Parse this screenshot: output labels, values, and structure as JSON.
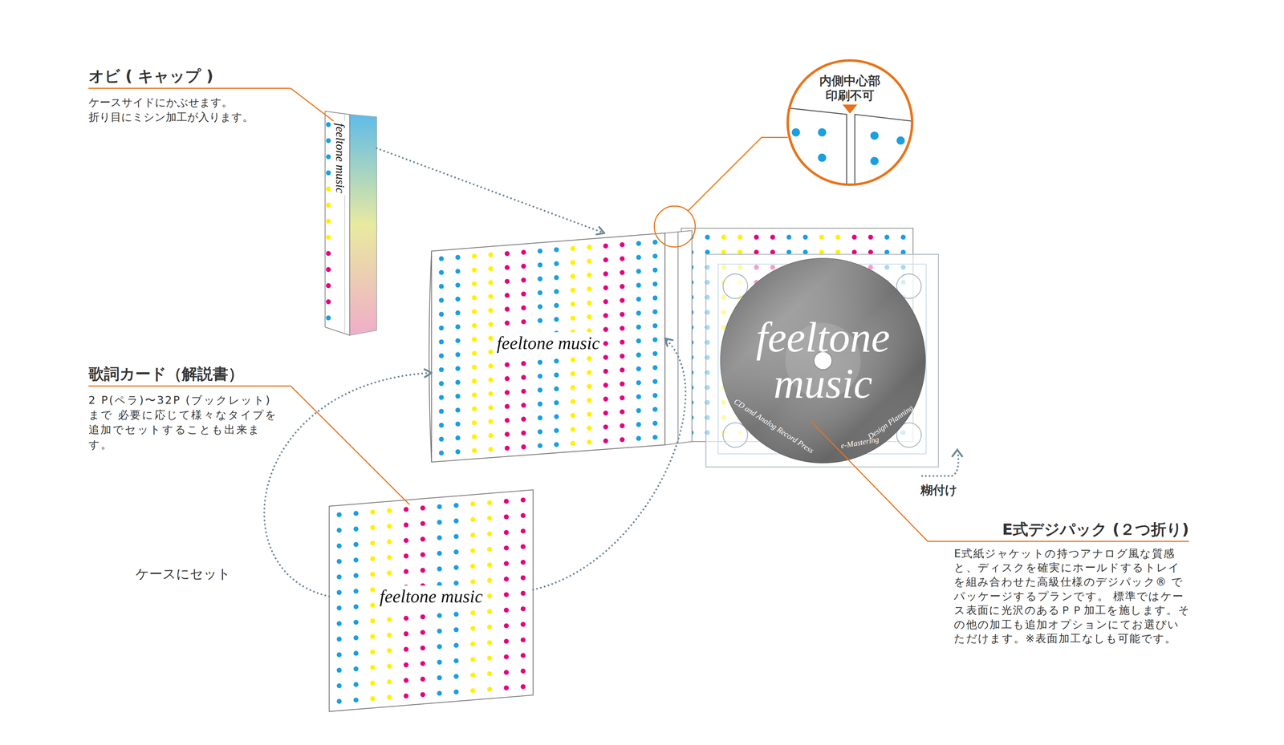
{
  "diagram": {
    "nodes": [
      {
        "text": [
          "feeltone music"
        ]
      },
      {
        "text": [
          "内側中心部 印刷不可"
        ]
      },
      {
        "text": [
          "feeltone music"
        ]
      },
      {
        "text": [
          "feeltone music",
          "CD and Analog Record Press",
          "e-Mastering",
          "Design Planning"
        ]
      },
      {
        "text": [
          "feeltone music"
        ]
      }
    ],
    "edges": [
      {
        "from": 0,
        "to": 2,
        "arrow": "to"
      },
      {
        "from": 4,
        "to": 2,
        "arrow": "to"
      },
      {
        "from": 4,
        "to": 2,
        "arrow": "to"
      }
    ],
    "labels": [
      "オビ ( キャップ )",
      "ケースサイドにかぶせます。 折り目にミシン加工が入ります。",
      "歌詞カード（解説書）",
      "2 P(ペラ)〜32P (ブックレット) まで 必要に応じて様々なタイプを追加でセットすることも出来ます。",
      "ケースにセット",
      "糊付け",
      "E式デジパック (２つ折り)",
      "E式紙ジャケットの持つアナログ風な質感と、ディスクを確実にホールドするトレイを組み合わせた高級仕様のデジパック® でパッケージするプランです。 標準ではケース表面に光沢のあるＰＰ加工を施します。その他の加工も追加オプションにてお選びいただけます。※表面加工なしも可能です。"
    ]
  }
}
